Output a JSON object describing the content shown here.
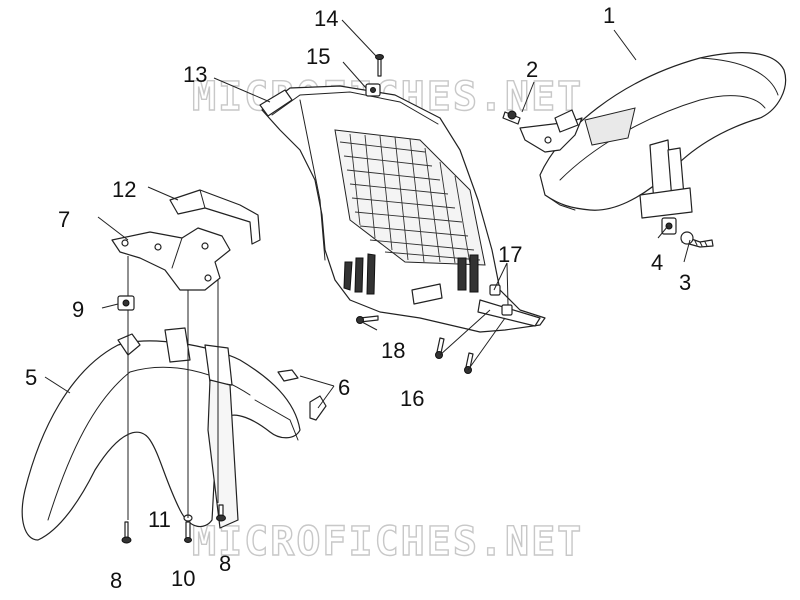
{
  "watermark": {
    "text_top": "MICROFICHES.NET",
    "text_bottom": "MICROFICHES.NET"
  },
  "callouts": [
    {
      "id": "1",
      "label": "1"
    },
    {
      "id": "2",
      "label": "2"
    },
    {
      "id": "3",
      "label": "3"
    },
    {
      "id": "4",
      "label": "4"
    },
    {
      "id": "5",
      "label": "5"
    },
    {
      "id": "6",
      "label": "6"
    },
    {
      "id": "7",
      "label": "7"
    },
    {
      "id": "8a",
      "label": "8"
    },
    {
      "id": "8b",
      "label": "8"
    },
    {
      "id": "9",
      "label": "9"
    },
    {
      "id": "10",
      "label": "10"
    },
    {
      "id": "11",
      "label": "11"
    },
    {
      "id": "12",
      "label": "12"
    },
    {
      "id": "13",
      "label": "13"
    },
    {
      "id": "14",
      "label": "14"
    },
    {
      "id": "15",
      "label": "15"
    },
    {
      "id": "16",
      "label": "16"
    },
    {
      "id": "17",
      "label": "17"
    },
    {
      "id": "18",
      "label": "18"
    }
  ]
}
